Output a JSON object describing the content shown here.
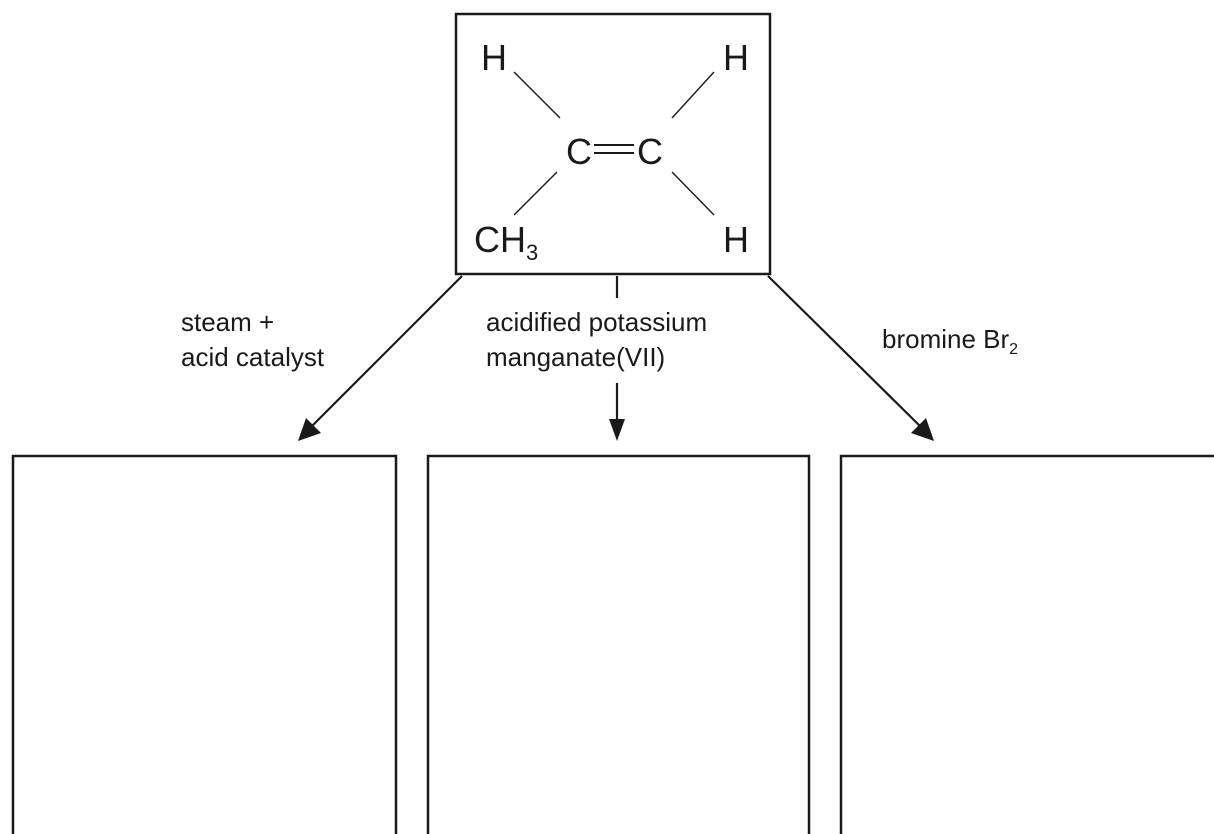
{
  "molecule": {
    "atom_h_top_left": "H",
    "atom_h_top_right": "H",
    "atom_c_left": "C",
    "atom_c_right": "C",
    "atom_ch3_main": "CH",
    "atom_ch3_sub": "3",
    "atom_h_bottom_right": "H"
  },
  "reactions": {
    "steam": {
      "line1": "steam +",
      "line2": "acid catalyst"
    },
    "permanganate": {
      "line1": "acidified potassium",
      "line2": "manganate(VII)"
    },
    "bromine": {
      "main": "bromine Br",
      "sub": "2"
    }
  }
}
